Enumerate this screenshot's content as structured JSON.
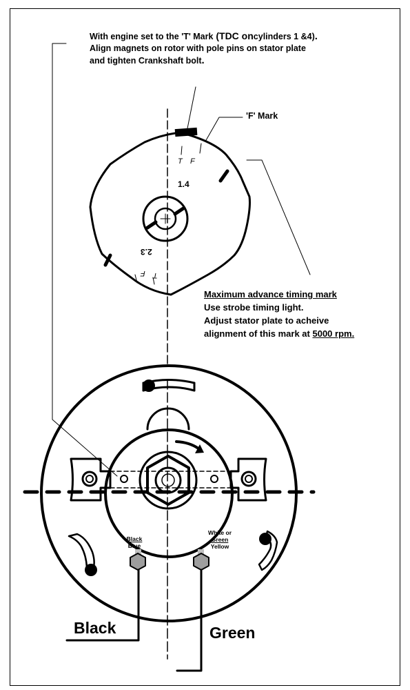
{
  "top_note": {
    "line1_a": "With engine set to the 'T' Mark",
    "line1_b": " (TDC on",
    "line1_c": "cylinders 1 &4)",
    "line1_d": ".",
    "line2": "Align magnets on rotor with pole pins on stator plate",
    "line3": "and tighten Crankshaft bolt",
    "line3_dot": "."
  },
  "f_mark_label": "'F' Mark",
  "rotor": {
    "label_14": "1.4",
    "label_23": "2.3",
    "t_top": "T",
    "f_top": "F",
    "t_bottom": "T",
    "f_bottom": "F"
  },
  "advance_note": {
    "title": "Maximum advance timing mark",
    "line1": "Use strobe timing light.",
    "line2": "Adjust stator plate to acheive",
    "line3_a": "alignment of this mark at ",
    "line3_b": "5000 rpm."
  },
  "wires": {
    "left_top": "Black",
    "left_bottom": "Blue",
    "right_1": "White or",
    "right_2": "Green",
    "right_3": "Yellow"
  },
  "leads": {
    "left": "Black",
    "right": "Green"
  }
}
